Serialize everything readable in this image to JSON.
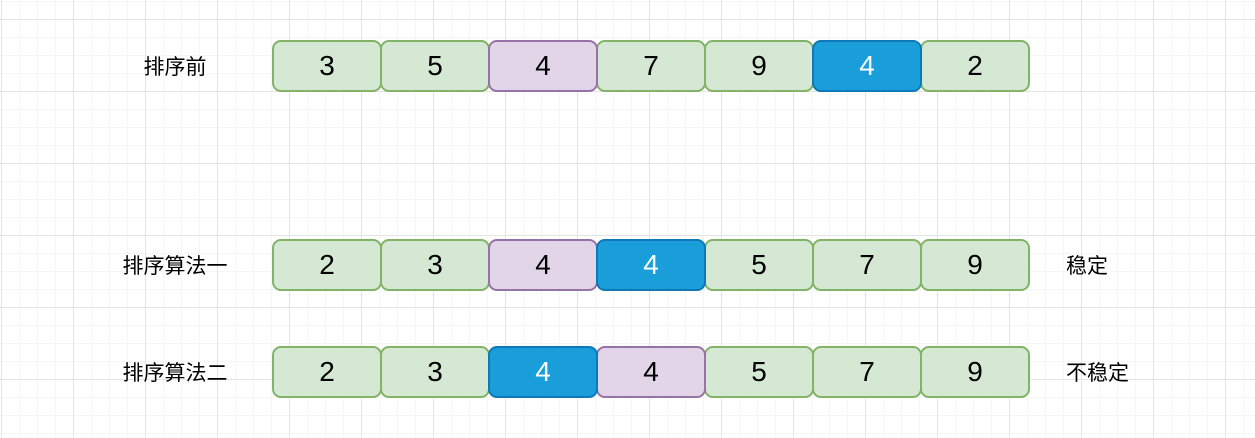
{
  "colors": {
    "green_fill": "#d5e8d4",
    "green_border": "#82b366",
    "purple_fill": "#e1d5e7",
    "purple_border": "#9673a6",
    "blue_fill": "#1a9ed9",
    "blue_border": "#0e78b9",
    "grid_minor": "#f6f6f6",
    "grid_major": "#e4e4e4"
  },
  "rows": [
    {
      "label": "排序前",
      "result": "",
      "cells": [
        {
          "value": "3",
          "variant": "green"
        },
        {
          "value": "5",
          "variant": "green"
        },
        {
          "value": "4",
          "variant": "purple"
        },
        {
          "value": "7",
          "variant": "green"
        },
        {
          "value": "9",
          "variant": "green"
        },
        {
          "value": "4",
          "variant": "blue"
        },
        {
          "value": "2",
          "variant": "green"
        }
      ]
    },
    {
      "label": "排序算法一",
      "result": "稳定",
      "cells": [
        {
          "value": "2",
          "variant": "green"
        },
        {
          "value": "3",
          "variant": "green"
        },
        {
          "value": "4",
          "variant": "purple"
        },
        {
          "value": "4",
          "variant": "blue"
        },
        {
          "value": "5",
          "variant": "green"
        },
        {
          "value": "7",
          "variant": "green"
        },
        {
          "value": "9",
          "variant": "green"
        }
      ]
    },
    {
      "label": "排序算法二",
      "result": "不稳定",
      "cells": [
        {
          "value": "2",
          "variant": "green"
        },
        {
          "value": "3",
          "variant": "green"
        },
        {
          "value": "4",
          "variant": "blue"
        },
        {
          "value": "4",
          "variant": "purple"
        },
        {
          "value": "5",
          "variant": "green"
        },
        {
          "value": "7",
          "variant": "green"
        },
        {
          "value": "9",
          "variant": "green"
        }
      ]
    }
  ]
}
